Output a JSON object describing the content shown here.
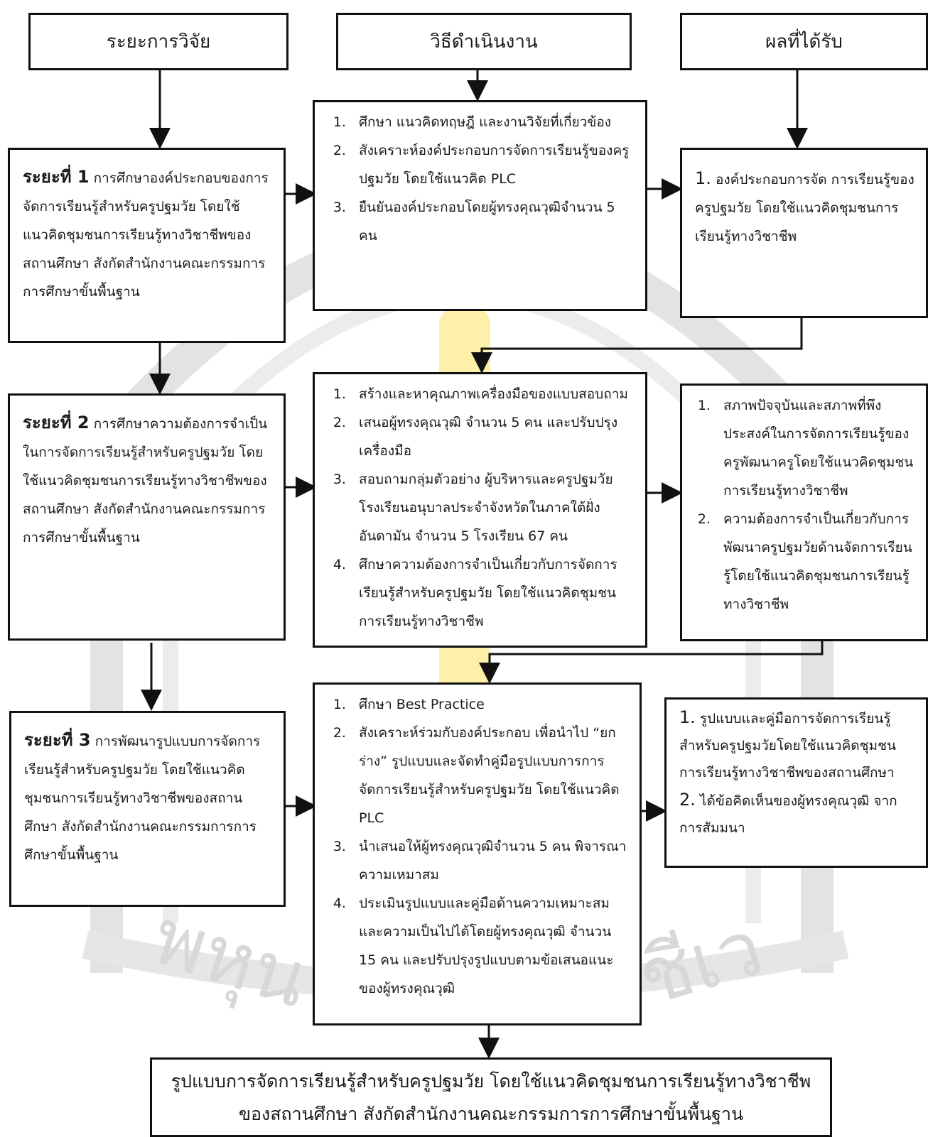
{
  "headers": {
    "phase": "ระยะการวิจัย",
    "method": "วิธีดำเนินงาน",
    "result": "ผลที่ได้รับ"
  },
  "phases": [
    {
      "label": "ระยะที่ 1",
      "text": "การศึกษาองค์ประกอบของการจัดการเรียนรู้สำหรับครูปฐมวัย โดยใช้แนวคิดชุมชนการเรียนรู้ทางวิชาชีพของสถานศึกษา สังกัดสำนักงานคณะกรรมการการศึกษาขั้นพื้นฐาน"
    },
    {
      "label": "ระยะที่ 2",
      "text": "การศึกษาความต้องการจำเป็นในการจัดการเรียนรู้สำหรับครูปฐมวัย โดยใช้แนวคิดชุมชนการเรียนรู้ทางวิชาชีพของสถานศึกษา สังกัดสำนักงานคณะกรรมการการศึกษาขั้นพื้นฐาน"
    },
    {
      "label": "ระยะที่ 3",
      "text": "การพัฒนารูปแบบการจัดการเรียนรู้สำหรับครูปฐมวัย โดยใช้แนวคิดชุมชนการเรียนรู้ทางวิชาชีพของสถานศึกษา สังกัดสำนักงานคณะกรรมการการศึกษาขั้นพื้นฐาน"
    }
  ],
  "methods": [
    [
      "ศึกษา แนวคิดทฤษฎี และงานวิจัยที่เกี่ยวข้อง",
      "สังเคราะห์องค์ประกอบการจัดการเรียนรู้ของครูปฐมวัย โดยใช้แนวคิด PLC",
      "ยืนยันองค์ประกอบโดยผู้ทรงคุณวุฒิจำนวน 5 คน"
    ],
    [
      "สร้างและหาคุณภาพเครื่องมือของแบบสอบถาม",
      "เสนอผู้ทรงคุณวุฒิ จำนวน 5 คน และปรับปรุงเครื่องมือ",
      "สอบถามกลุ่มตัวอย่าง ผู้บริหารและครูปฐมวัย โรงเรียนอนุบาลประจำจังหวัดในภาคใต้ฝั่งอันดามัน จำนวน 5 โรงเรียน 67 คน",
      "ศึกษาความต้องการจำเป็นเกี่ยวกับการจัดการเรียนรู้สำหรับครูปฐมวัย โดยใช้แนวคิดชุมชนการเรียนรู้ทางวิชาชีพ"
    ],
    [
      "ศึกษา Best Practice",
      "สังเคราะห์ร่วมกับองค์ประกอบ เพื่อนำไป “ยกร่าง” รูปแบบและจัดทำคู่มือรูปแบบการการจัดการเรียนรู้สำหรับครูปฐมวัย โดยใช้แนวคิด PLC",
      "นำเสนอให้ผู้ทรงคุณวุฒิจำนวน 5 คน พิจารณาความเหมาสม",
      "ประเมินรูปแบบและคู่มือด้านความเหมาะสมและความเป็นไปได้โดยผู้ทรงคุณวุฒิ จำนวน 15 คน และปรับปรุงรูปแบบตามข้อเสนอแนะของผู้ทรงคุณวุฒิ"
    ]
  ],
  "results": {
    "r1": [
      {
        "num": "1.",
        "text": "องค์ประกอบการจัด การเรียนรู้ของครูปฐมวัย โดยใช้แนวคิดชุมชนการเรียนรู้ทางวิชาชีพ"
      }
    ],
    "r2": [
      "สภาพปัจจุบันและสภาพที่พึงประสงค์ในการจัดการเรียนรู้ของครูพัฒนาครูโดยใช้แนวคิดชุมชนการเรียนรู้ทางวิชาชีพ",
      "ความต้องการจำเป็นเกี่ยวกับการพัฒนาครูปฐมวัยด้านจัดการเรียนรู้โดยใช้แนวคิดชุมชนการเรียนรู้ทางวิชาชีพ"
    ],
    "r3": [
      {
        "num": "1.",
        "text": "รูปแบบและคู่มือการจัดการเรียนรู้สำหรับครูปฐมวัยโดยใช้แนวคิดชุมชนการเรียนรู้ทางวิชาชีพของสถานศึกษา"
      },
      {
        "num": "2.",
        "text": "ได้ข้อคิดเห็นของผู้ทรงคุณวุฒิ จากการสัมมนา"
      }
    ]
  },
  "final": {
    "line1": "รูปแบบการจัดการเรียนรู้สำหรับครูปฐมวัย โดยใช้แนวคิดชุมชนการเรียนรู้ทางวิชาชีพ",
    "line2": "ของสถานศึกษา สังกัดสำนักงานคณะกรรมการการศึกษาขั้นพื้นฐาน"
  },
  "colors": {
    "watermark_gray": "#d9d9d9",
    "watermark_yellow": "#fde98a",
    "line": "#111111"
  }
}
